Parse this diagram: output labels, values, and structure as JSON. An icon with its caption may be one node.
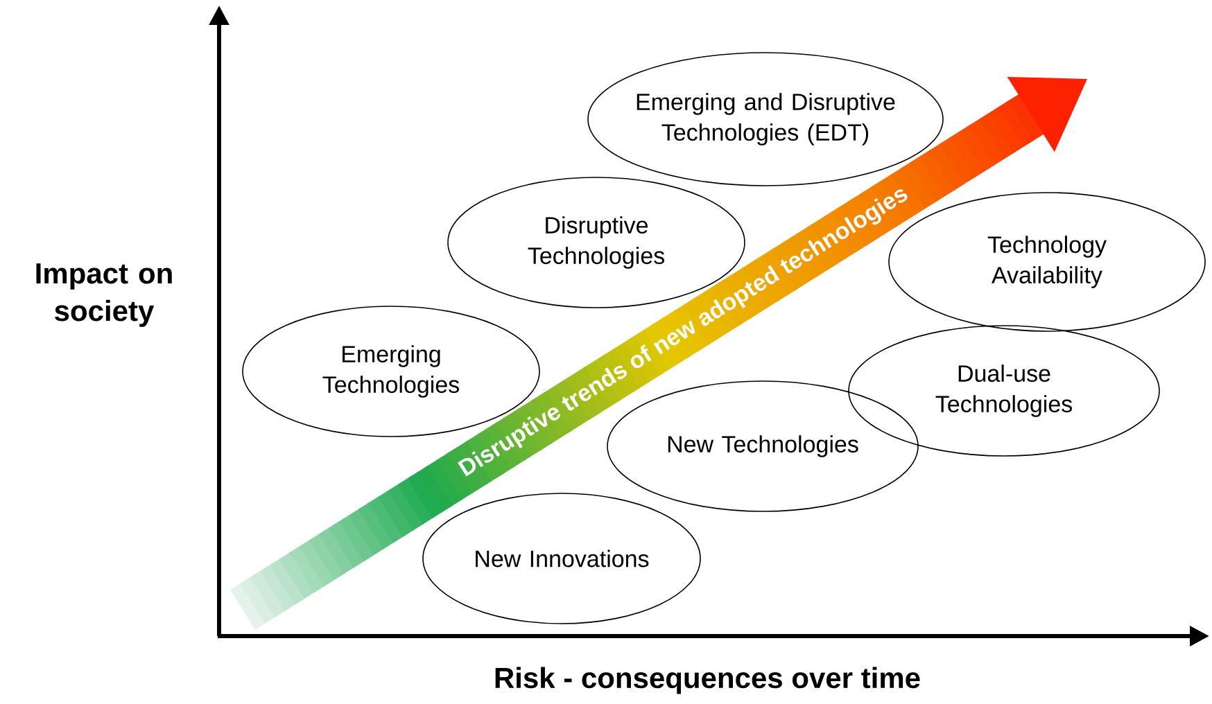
{
  "diagram": {
    "nodes": [
      {
        "text": [
          "Emerging and Disruptive Technologies (EDT)"
        ]
      },
      {
        "text": [
          "Disruptive Technologies"
        ]
      },
      {
        "text": [
          "Technology Availability"
        ]
      },
      {
        "text": [
          "Emerging Technologies"
        ]
      },
      {
        "text": [
          "Dual-use Technologies"
        ]
      },
      {
        "text": [
          "New Technologies"
        ]
      },
      {
        "text": [
          "New Innovations"
        ]
      }
    ],
    "labels": [
      "Impact on society",
      "Disruptive trends of new adopted technologies",
      "Risk - consequences over time"
    ]
  }
}
